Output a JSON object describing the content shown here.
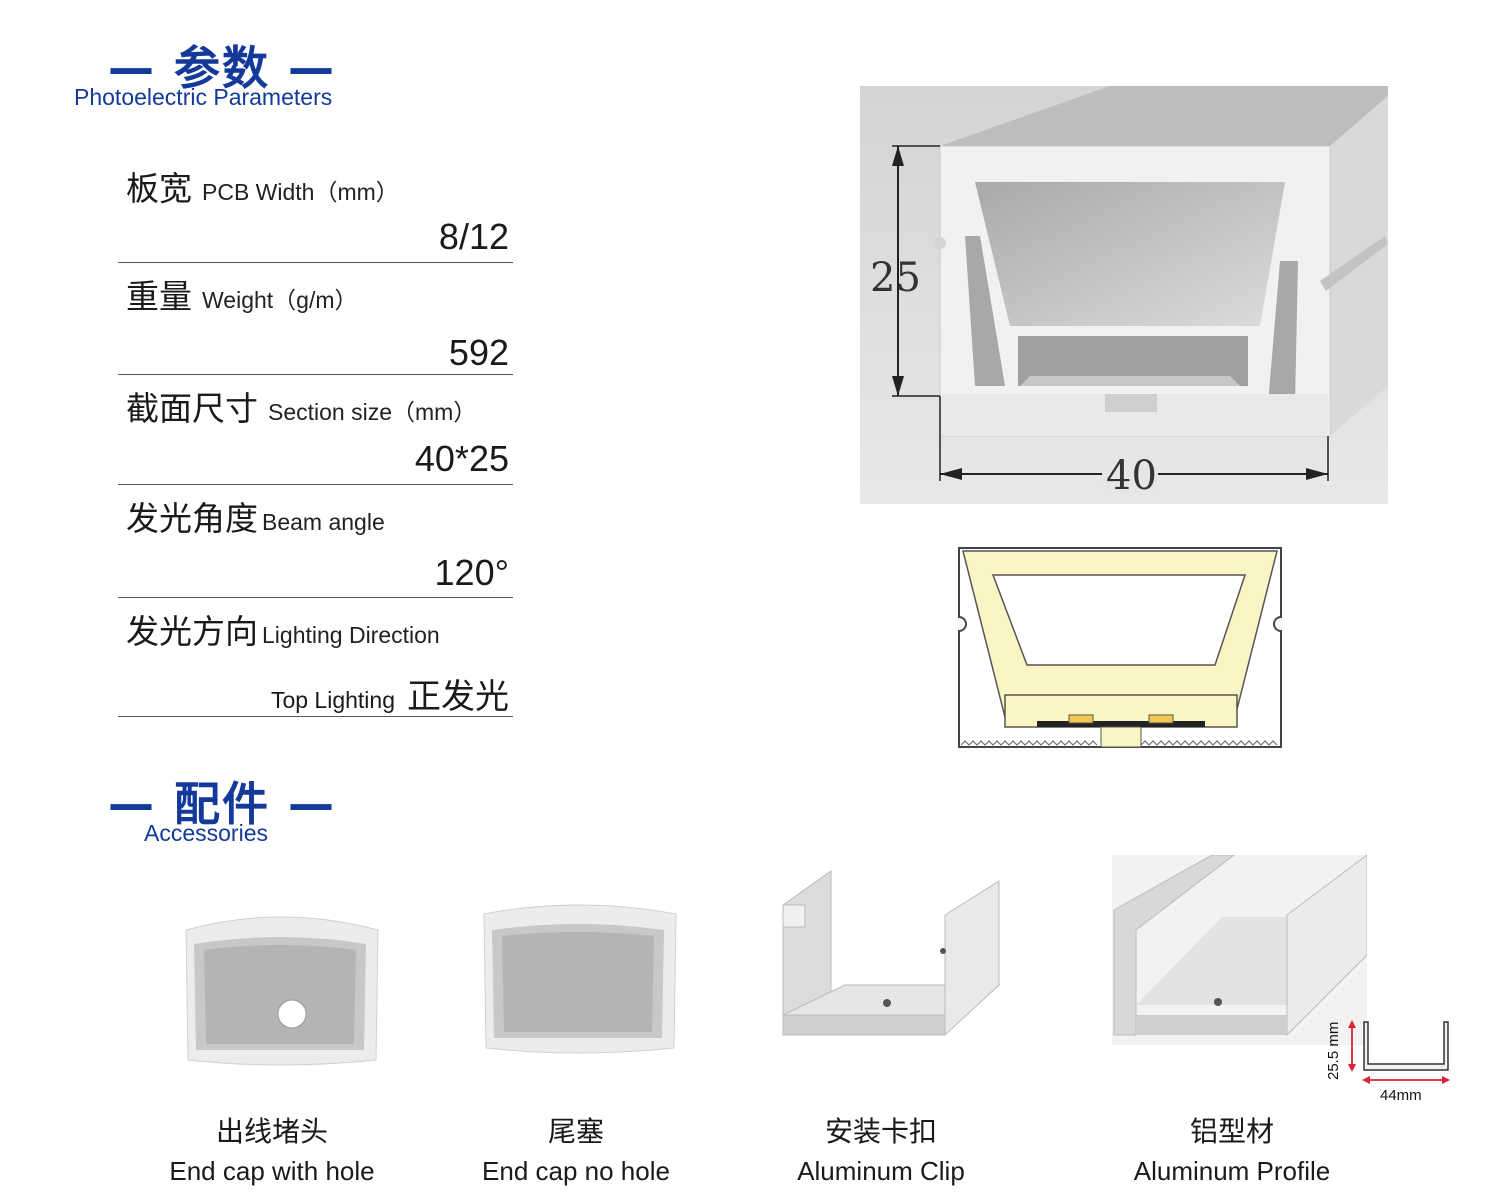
{
  "params_section": {
    "title_cn": "参数",
    "dash": "—",
    "title_en": "Photoelectric Parameters"
  },
  "params": [
    {
      "label_cn": "板宽",
      "label_en": "PCB Width（mm）",
      "value": "8/12"
    },
    {
      "label_cn": "重量",
      "label_en": "Weight（g/m）",
      "value": "592"
    },
    {
      "label_cn": "截面尺寸",
      "label_en": "Section size（mm）",
      "value": "40*25"
    },
    {
      "label_cn": "发光角度",
      "label_en": "Beam angle",
      "value": "120°"
    },
    {
      "label_cn": "发光方向",
      "label_en": "Lighting Direction",
      "value_en": "Top Lighting",
      "value_cn": "正发光"
    }
  ],
  "diagram": {
    "height_label": "25",
    "width_label": "40"
  },
  "accessories_section": {
    "title_cn": "配件",
    "dash": "—",
    "title_en": "Accessories"
  },
  "accessories": [
    {
      "name_cn": "出线堵头",
      "name_en": "End cap with hole"
    },
    {
      "name_cn": "尾塞",
      "name_en": "End cap no hole"
    },
    {
      "name_cn": "安装卡扣",
      "name_en": "Aluminum Clip"
    },
    {
      "name_cn": "铝型材",
      "name_en": "Aluminum Profile"
    }
  ],
  "profile_dims": {
    "height": "25.5 mm",
    "width": "44mm"
  },
  "colors": {
    "brand_blue": "#13399a",
    "glow_yellow": "#fbf5c4"
  }
}
